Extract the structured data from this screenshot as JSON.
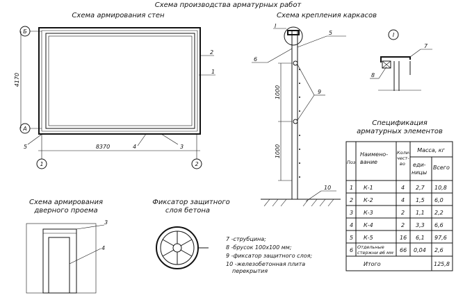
{
  "title": "Схема производства арматурных работ",
  "wall_scheme": {
    "title": "Схема армирования стен",
    "axis_b": "Б",
    "axis_a": "А",
    "axis_1": "1",
    "axis_2": "2",
    "dim_height": "4170",
    "dim_width": "8370",
    "labels": [
      "1",
      "2",
      "3",
      "4",
      "5"
    ]
  },
  "frame_scheme": {
    "title": "Схема крепления каркасов",
    "node_mark": "I",
    "node_detail": "I",
    "dims": [
      "1000",
      "1000"
    ],
    "labels": [
      "5",
      "6",
      "9",
      "10",
      "7",
      "8"
    ]
  },
  "door_scheme": {
    "title_line1": "Схема армирования",
    "title_line2": "дверного проема",
    "labels": [
      "3",
      "4"
    ]
  },
  "fixator": {
    "title_line1": "Фиксатор защитного",
    "title_line2": "слоя бетона"
  },
  "legend": [
    "7 -струбцина;",
    "8 -брусок 100х100 мм;",
    "9 -фиксатор защитного слоя;",
    "10 -железобетонная плита",
    "перекрытия"
  ],
  "spec": {
    "title_line1": "Спецификация",
    "title_line2": "арматурных элементов",
    "headers": {
      "pos": "Поз.",
      "name_1": "Наимено-",
      "name_2": "вание",
      "qty_1": "Коли-",
      "qty_2": "чест-",
      "qty_3": "во",
      "mass": "Масса, кг",
      "unit_1": "еди-",
      "unit_2": "ницы",
      "total": "Всего"
    },
    "rows": [
      {
        "pos": "1",
        "name": "К-1",
        "qty": "4",
        "unit": "2,7",
        "total": "10,8"
      },
      {
        "pos": "2",
        "name": "К-2",
        "qty": "4",
        "unit": "1,5",
        "total": "6,0"
      },
      {
        "pos": "3",
        "name": "К-3",
        "qty": "2",
        "unit": "1,1",
        "total": "2,2"
      },
      {
        "pos": "4",
        "name": "К-4",
        "qty": "2",
        "unit": "3,3",
        "total": "6,6"
      },
      {
        "pos": "5",
        "name": "К-5",
        "qty": "16",
        "unit": "6,1",
        "total": "97,6"
      },
      {
        "pos": "6",
        "name": "Отдельные стержни ø6 мм",
        "name_1": "Отдельные",
        "name_2": "стержни ø6 мм",
        "qty": "66",
        "unit": "0,04",
        "total": "2,6"
      }
    ],
    "sum_label": "Итого",
    "sum_value": "125,8"
  }
}
